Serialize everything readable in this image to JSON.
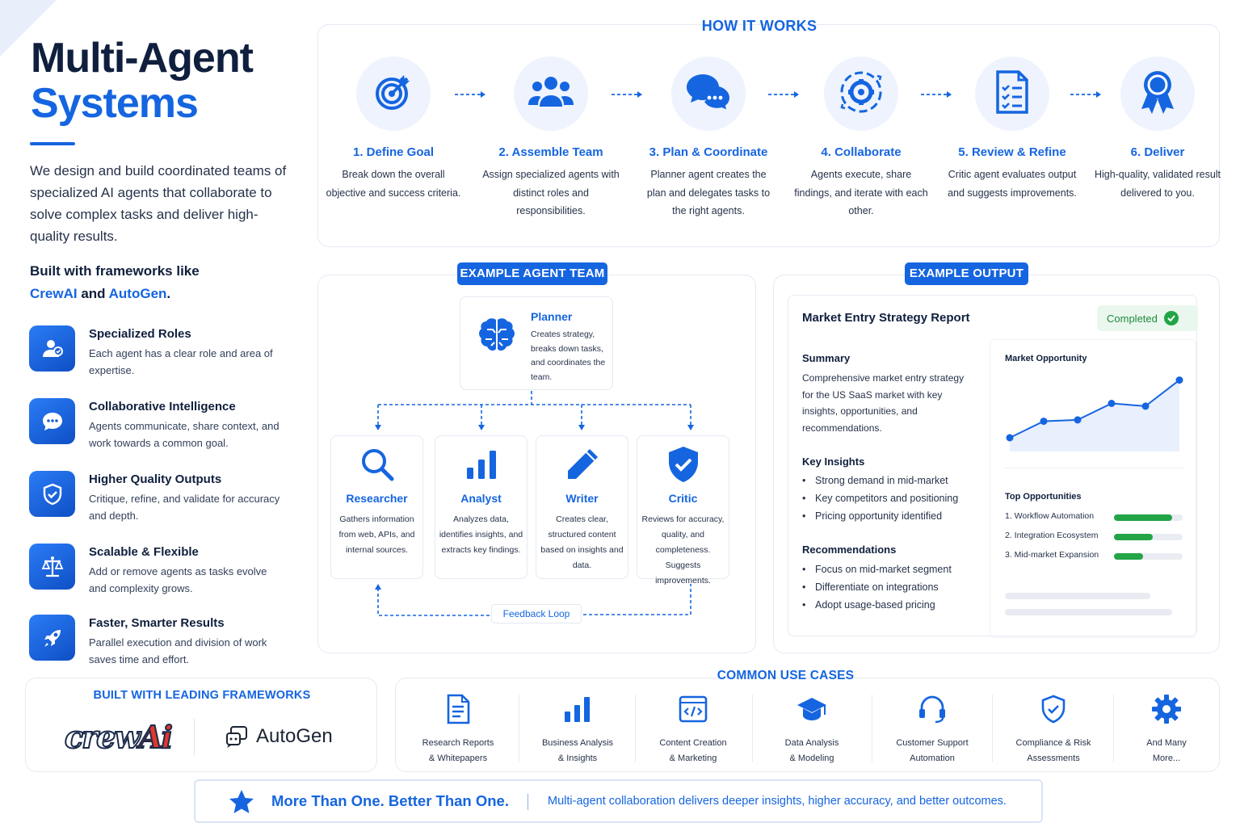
{
  "hero": {
    "title_line1": "Multi-Agent",
    "title_line2": "Systems",
    "intro": "We design and build coordinated teams of specialized AI agents that collaborate to solve complex tasks and deliver high-quality results.",
    "built_prefix": "Built with frameworks like",
    "framework1": "CrewAI",
    "and": "and",
    "framework2": "AutoGen",
    "period": "."
  },
  "features": [
    {
      "title": "Specialized Roles",
      "desc": "Each agent has a clear role and area of expertise.",
      "icon": "user-roles-icon"
    },
    {
      "title": "Collaborative Intelligence",
      "desc": "Agents communicate, share context, and work towards a common goal.",
      "icon": "chat-icon"
    },
    {
      "title": "Higher Quality Outputs",
      "desc": "Critique, refine, and validate for accuracy and depth.",
      "icon": "shield-check-icon"
    },
    {
      "title": "Scalable & Flexible",
      "desc": "Add or remove agents as tasks evolve and complexity grows.",
      "icon": "scale-icon"
    },
    {
      "title": "Faster, Smarter Results",
      "desc": "Parallel execution and division of work saves time and effort.",
      "icon": "rocket-icon"
    }
  ],
  "how_it_works": {
    "title": "HOW IT WORKS",
    "steps": [
      {
        "title": "1. Define Goal",
        "desc": "Break down the overall objective and success criteria.",
        "icon": "target-icon"
      },
      {
        "title": "2. Assemble Team",
        "desc": "Assign specialized agents with distinct roles and responsibilities.",
        "icon": "team-icon"
      },
      {
        "title": "3. Plan & Coordinate",
        "desc": "Planner agent creates the plan and delegates tasks to the right agents.",
        "icon": "chat-bubbles-icon"
      },
      {
        "title": "4. Collaborate",
        "desc": "Agents execute, share findings, and iterate with each other.",
        "icon": "gear-cycle-icon"
      },
      {
        "title": "5. Review & Refine",
        "desc": "Critic agent evaluates output and suggests improvements.",
        "icon": "checklist-icon"
      },
      {
        "title": "6. Deliver",
        "desc": "High-quality, validated result delivered to you.",
        "icon": "award-icon"
      }
    ]
  },
  "agent_team": {
    "badge": "EXAMPLE AGENT TEAM",
    "planner": {
      "title": "Planner",
      "desc": "Creates strategy, breaks down tasks, and coordinates the team.",
      "icon": "brain-icon"
    },
    "agents": [
      {
        "title": "Researcher",
        "desc": "Gathers information from web, APIs, and internal sources.",
        "icon": "search-icon"
      },
      {
        "title": "Analyst",
        "desc": "Analyzes data, identifies insights, and extracts key findings.",
        "icon": "bar-chart-icon"
      },
      {
        "title": "Writer",
        "desc": "Creates clear, structured content based on insights and data.",
        "icon": "pencil-icon"
      },
      {
        "title": "Critic",
        "desc": "Reviews for accuracy, quality, and completeness. Suggests improvements.",
        "icon": "shield-check-icon"
      }
    ],
    "feedback": "Feedback Loop"
  },
  "example_output": {
    "badge": "EXAMPLE OUTPUT",
    "report_title": "Market Entry Strategy Report",
    "status": "Completed",
    "summary_h": "Summary",
    "summary": "Comprehensive market entry strategy for the US SaaS market with key insights, opportunities, and recommendations.",
    "insights_h": "Key Insights",
    "insights": [
      "Strong demand in mid-market",
      "Key competitors and positioning",
      "Pricing opportunity identified"
    ],
    "recs_h": "Recommendations",
    "recs": [
      "Focus on mid-market segment",
      "Differentiate on integrations",
      "Adopt usage-based pricing"
    ],
    "opp_h": "Top Opportunities",
    "opportunities": [
      {
        "label": "1. Workflow Automation",
        "level": 0.85
      },
      {
        "label": "2. Integration Ecosystem",
        "level": 0.57
      },
      {
        "label": "3. Mid-market Expansion",
        "level": 0.42
      }
    ],
    "accent_green": "#22a447"
  },
  "chart_data": {
    "type": "line",
    "title": "Market Opportunity",
    "xlabel": "",
    "ylabel": "",
    "x": [
      1,
      2,
      3,
      4,
      5,
      6
    ],
    "series": [
      {
        "values": [
          1.0,
          2.2,
          2.3,
          3.5,
          3.3,
          5.2
        ]
      }
    ],
    "ylim": [
      0,
      6
    ],
    "grid": false,
    "color": "#1565e0"
  },
  "frameworks": {
    "title": "BUILT WITH LEADING FRAMEWORKS",
    "crew_a": "crew",
    "crew_b": "Ai",
    "autogen": "AutoGen"
  },
  "use_cases": {
    "title": "COMMON USE CASES",
    "items": [
      {
        "l1": "Research Reports",
        "l2": "& Whitepapers",
        "icon": "document-icon"
      },
      {
        "l1": "Business Analysis",
        "l2": "& Insights",
        "icon": "bar-chart-icon"
      },
      {
        "l1": "Content Creation",
        "l2": "& Marketing",
        "icon": "code-window-icon"
      },
      {
        "l1": "Data Analysis",
        "l2": "& Modeling",
        "icon": "graduation-cap-icon"
      },
      {
        "l1": "Customer Support",
        "l2": "Automation",
        "icon": "headset-icon"
      },
      {
        "l1": "Compliance & Risk",
        "l2": "Assessments",
        "icon": "shield-check-icon"
      },
      {
        "l1": "And Many",
        "l2": "More...",
        "icon": "gear-icon"
      }
    ]
  },
  "footer": {
    "headline": "More Than One. Better Than One.",
    "sub": "Multi-agent collaboration delivers deeper insights, higher accuracy, and better outcomes.",
    "icon": "star-icon"
  },
  "colors": {
    "primary": "#1565e0",
    "navy": "#0f1f3d"
  }
}
